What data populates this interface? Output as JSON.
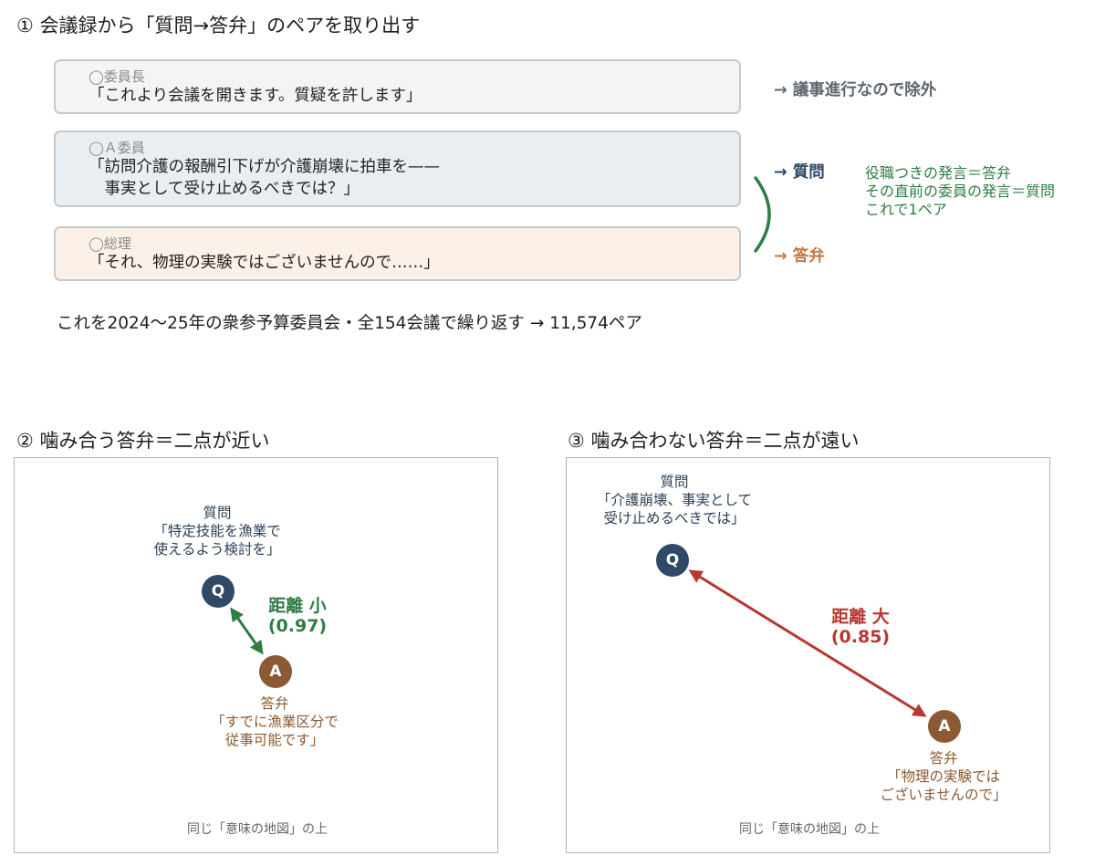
{
  "section1": {
    "title": "① 会議録から「質問→答弁」のペアを取り出す",
    "cards": [
      {
        "speaker": "◯委員長",
        "text": "「これより会議を開きます。質疑を許します」",
        "side": "→ 議事進行なので除外"
      },
      {
        "speaker": "◯Ａ委員",
        "text": "「訪問介護の報酬引下げが介護崩壊に拍車を——\n　事実として受け止めるべきでは？」",
        "side": "→ 質問"
      },
      {
        "speaker": "◯総理",
        "text": "「それ、物理の実験ではございませんので……」",
        "side": "→ 答弁"
      }
    ],
    "note": [
      "役職つきの発言＝答弁",
      "その直前の委員の発言＝質問",
      "これで1ペア"
    ],
    "repeat": "これを2024〜25年の衆参予算委員会・全154会議で繰り返す → 11,574ペア"
  },
  "section2": {
    "title": "② 噛み合う答弁＝二点が近い",
    "q_label": "質問\n「特定技能を漁業で\n使えるよう検討を」",
    "a_label": "答弁\n「すでに漁業区分で\n従事可能です」",
    "q_mark": "Q",
    "a_mark": "A",
    "distance_label": "距離 小\n(0.97)",
    "footer": "同じ「意味の地図」の上"
  },
  "section3": {
    "title": "③ 噛み合わない答弁＝二点が遠い",
    "q_label": "質問\n「介護崩壊、事実として\n受け止めるべきでは」",
    "a_label": "答弁\n「物理の実験では\nございませんので」",
    "q_mark": "Q",
    "a_mark": "A",
    "distance_label": "距離 大\n(0.85)",
    "footer": "同じ「意味の地図」の上"
  },
  "colors": {
    "question": "#2e4a66",
    "answer": "#8b5a34",
    "near": "#2e7d44",
    "far": "#b8372f",
    "excluded": "#5f6670"
  }
}
